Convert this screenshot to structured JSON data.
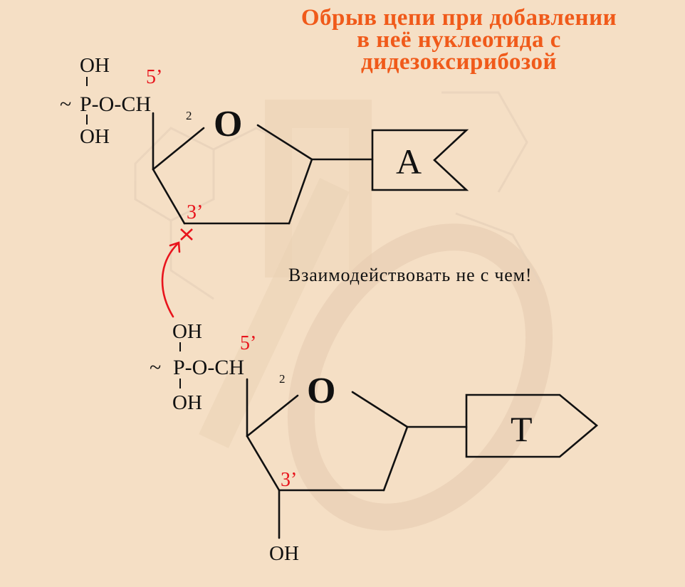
{
  "title": {
    "lines": [
      "Обрыв цепи при добавлении",
      "в неё нуклеотида с",
      "дидезоксирибозой"
    ],
    "color": "#f05a1a"
  },
  "note": "Взаимодействовать не с чем!",
  "top_nucleotide": {
    "oh_top": "OH",
    "phosphate_chain": "P-O-CH",
    "subscript": "2",
    "tilde": "~",
    "oh_bottom": "OH",
    "label_5prime": "5’",
    "ring_oxygen": "O",
    "label_3prime": "3’",
    "base": "A",
    "blocked_mark": "×"
  },
  "bottom_nucleotide": {
    "oh_top": "OH",
    "phosphate_chain": "P-O-CH",
    "subscript": "2",
    "tilde": "~",
    "oh_bottom": "OH",
    "label_5prime": "5’",
    "ring_oxygen": "O",
    "label_3prime": "3’",
    "hydroxyl_3prime": "OH",
    "base": "T"
  },
  "colors": {
    "background": "#f5dfc5",
    "label_red": "#e8141c",
    "bond": "#111111"
  }
}
